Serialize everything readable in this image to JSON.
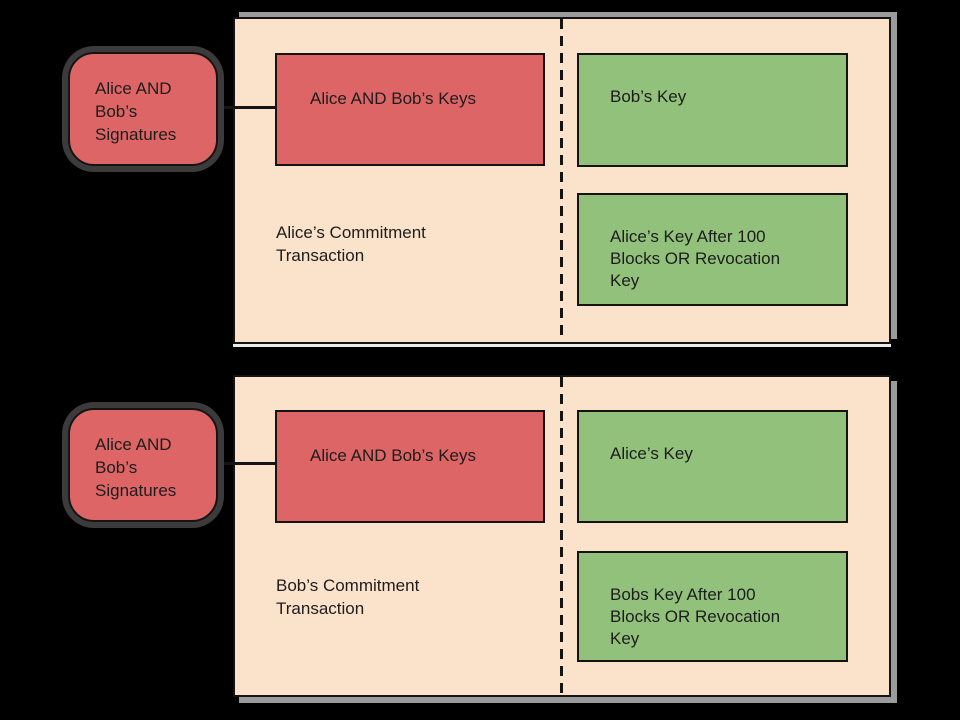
{
  "colors": {
    "background": "#000000",
    "panel_fill": "#FBE3CB",
    "input_red": "#DD6565",
    "output_green": "#91C17B",
    "outline": "#141414",
    "panel_shadow": "#9B9B9B",
    "badge_shadow": "#3B3B3B"
  },
  "panels": [
    {
      "title": "Alice’s Commitment Transaction",
      "signatures_label": "Alice AND Bob’s Signatures",
      "keys_label": "Alice AND Bob’s Keys",
      "outputs": [
        {
          "label": "Bob’s Key"
        },
        {
          "label": "Alice’s Key After 100 Blocks OR Revocation Key"
        }
      ]
    },
    {
      "title": "Bob’s Commitment Transaction",
      "signatures_label": "Alice AND Bob’s Signatures",
      "keys_label": "Alice AND Bob’s Keys",
      "outputs": [
        {
          "label": "Alice’s Key"
        },
        {
          "label": "Bobs Key After 100 Blocks OR Revocation Key"
        }
      ]
    }
  ]
}
